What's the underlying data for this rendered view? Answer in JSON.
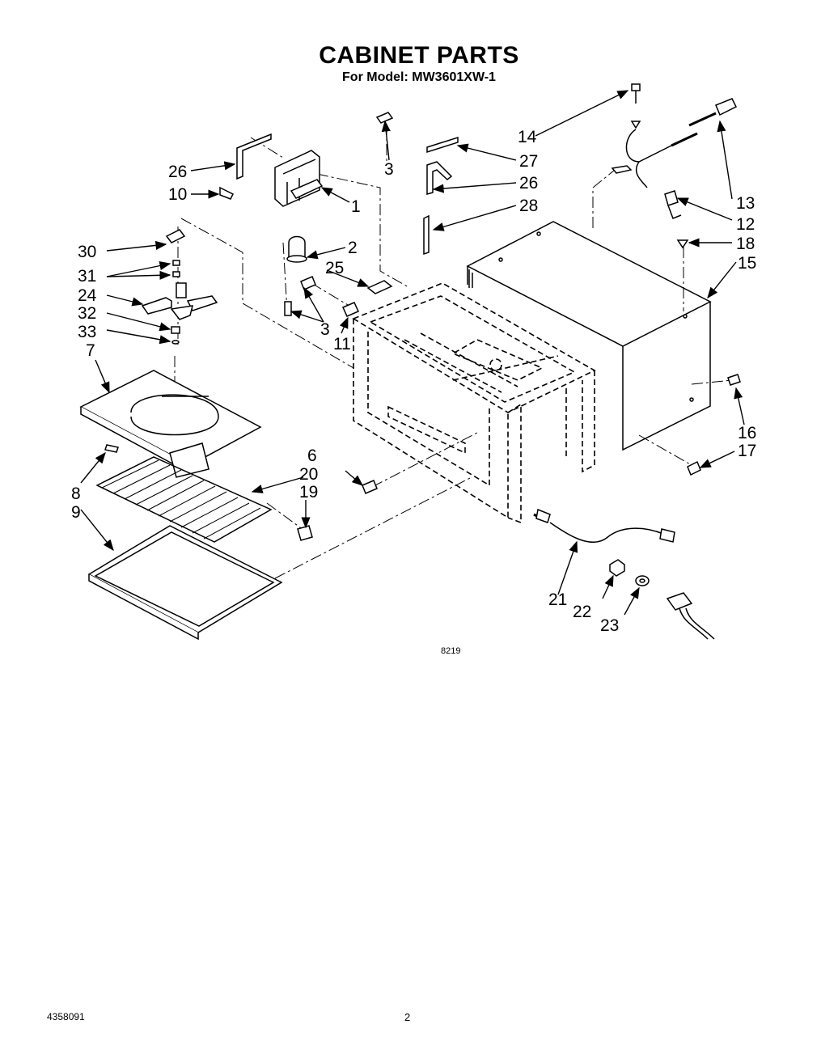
{
  "header": {
    "title": "CABINET PARTS",
    "subtitle": "For Model: MW3601XW-1"
  },
  "diagram": {
    "figure_number": "8219",
    "callouts": [
      "14",
      "3",
      "27",
      "26",
      "26",
      "28",
      "13",
      "10",
      "1",
      "12",
      "2",
      "18",
      "30",
      "25",
      "15",
      "31",
      "24",
      "3",
      "32",
      "11",
      "33",
      "7",
      "16",
      "17",
      "6",
      "20",
      "8",
      "19",
      "9",
      "21",
      "22",
      "23"
    ]
  },
  "footer": {
    "doc_number": "4358091",
    "page": "2"
  }
}
